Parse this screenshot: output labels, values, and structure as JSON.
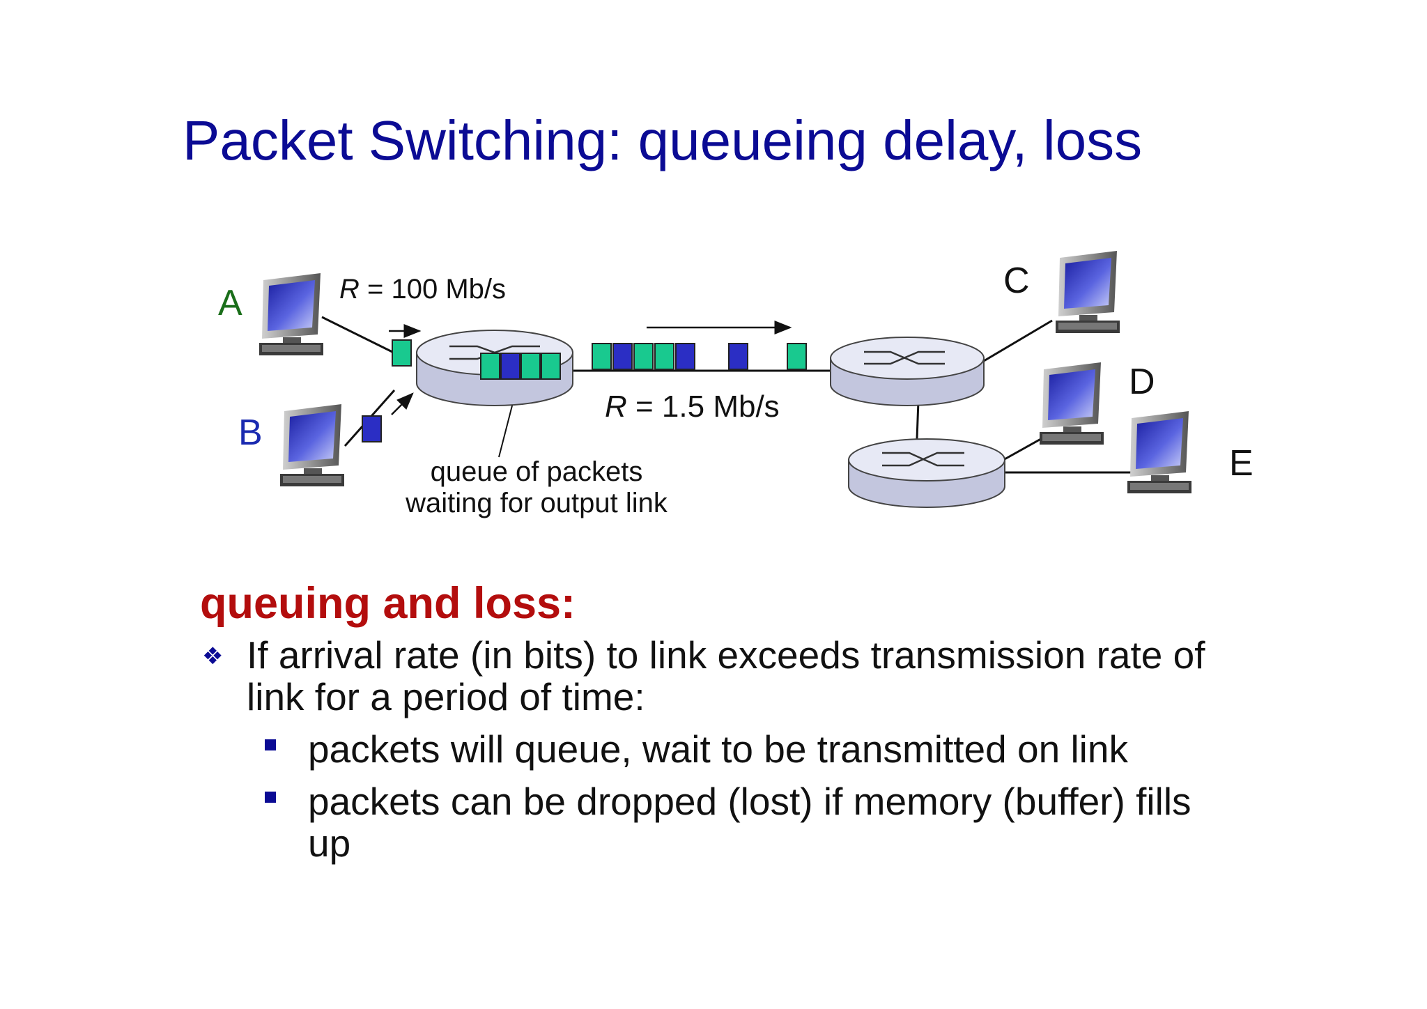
{
  "slide": {
    "title": "Packet Switching: queueing delay, loss",
    "section_heading": "queuing and loss:",
    "bullets": [
      {
        "text": "If arrival rate (in bits) to link exceeds transmission rate of  link for a period of time:",
        "sub_bullets": [
          "packets will queue, wait to be transmitted on link",
          "packets can be dropped (lost) if memory (buffer) fills  up"
        ]
      }
    ]
  },
  "diagram": {
    "hosts": {
      "a": "A",
      "b": "B",
      "c": "C",
      "d": "D",
      "e": "E"
    },
    "link_rates": {
      "access": {
        "var": "R",
        "value": " = 100 Mb/s"
      },
      "output": {
        "var": "R",
        "value": " = 1.5 Mb/s"
      }
    },
    "queue_label": {
      "line1": "queue of packets",
      "line2": "waiting for output link"
    }
  },
  "colors": {
    "title": "#0b0b94",
    "section_heading": "#b30d0d",
    "host_a": "#1a6e1a",
    "host_b": "#1a2ab0",
    "packet_green": "#19c98f",
    "packet_blue": "#2b2ec4",
    "router_fill": "#dfe1f1"
  }
}
